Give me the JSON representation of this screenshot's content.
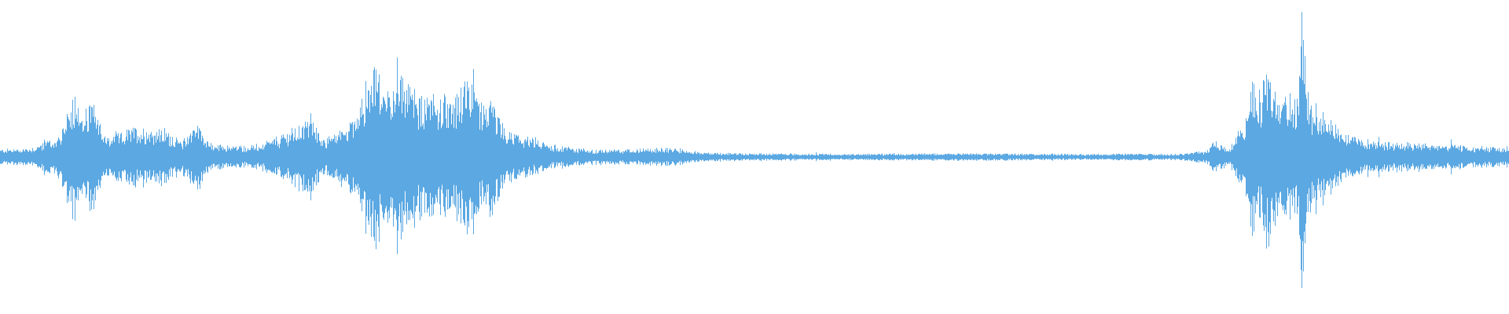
{
  "waveform": {
    "color": "#5ba8e2",
    "background": "#ffffff",
    "envelope_keypoints": [
      [
        0.0,
        0.05
      ],
      [
        0.02,
        0.06
      ],
      [
        0.04,
        0.14
      ],
      [
        0.05,
        0.48
      ],
      [
        0.055,
        0.26
      ],
      [
        0.06,
        0.38
      ],
      [
        0.07,
        0.12
      ],
      [
        0.09,
        0.2
      ],
      [
        0.11,
        0.18
      ],
      [
        0.12,
        0.1
      ],
      [
        0.13,
        0.24
      ],
      [
        0.14,
        0.08
      ],
      [
        0.17,
        0.07
      ],
      [
        0.19,
        0.16
      ],
      [
        0.205,
        0.26
      ],
      [
        0.215,
        0.12
      ],
      [
        0.225,
        0.18
      ],
      [
        0.235,
        0.28
      ],
      [
        0.245,
        0.55
      ],
      [
        0.25,
        0.58
      ],
      [
        0.255,
        0.4
      ],
      [
        0.26,
        0.55
      ],
      [
        0.27,
        0.48
      ],
      [
        0.28,
        0.38
      ],
      [
        0.29,
        0.42
      ],
      [
        0.3,
        0.36
      ],
      [
        0.31,
        0.5
      ],
      [
        0.32,
        0.32
      ],
      [
        0.325,
        0.4
      ],
      [
        0.335,
        0.18
      ],
      [
        0.345,
        0.14
      ],
      [
        0.355,
        0.12
      ],
      [
        0.365,
        0.08
      ],
      [
        0.38,
        0.06
      ],
      [
        0.395,
        0.05
      ],
      [
        0.42,
        0.05
      ],
      [
        0.44,
        0.06
      ],
      [
        0.45,
        0.05
      ],
      [
        0.47,
        0.03
      ],
      [
        0.5,
        0.025
      ],
      [
        0.55,
        0.02
      ],
      [
        0.6,
        0.022
      ],
      [
        0.65,
        0.025
      ],
      [
        0.7,
        0.02
      ],
      [
        0.75,
        0.022
      ],
      [
        0.78,
        0.02
      ],
      [
        0.8,
        0.04
      ],
      [
        0.805,
        0.1
      ],
      [
        0.815,
        0.06
      ],
      [
        0.825,
        0.22
      ],
      [
        0.83,
        0.55
      ],
      [
        0.835,
        0.4
      ],
      [
        0.84,
        0.62
      ],
      [
        0.845,
        0.45
      ],
      [
        0.85,
        0.5
      ],
      [
        0.855,
        0.4
      ],
      [
        0.86,
        0.38
      ],
      [
        0.863,
        0.95
      ],
      [
        0.866,
        0.48
      ],
      [
        0.87,
        0.32
      ],
      [
        0.88,
        0.3
      ],
      [
        0.89,
        0.18
      ],
      [
        0.9,
        0.12
      ],
      [
        0.92,
        0.1
      ],
      [
        0.94,
        0.09
      ],
      [
        0.96,
        0.08
      ],
      [
        0.98,
        0.07
      ],
      [
        1.0,
        0.06
      ]
    ]
  }
}
